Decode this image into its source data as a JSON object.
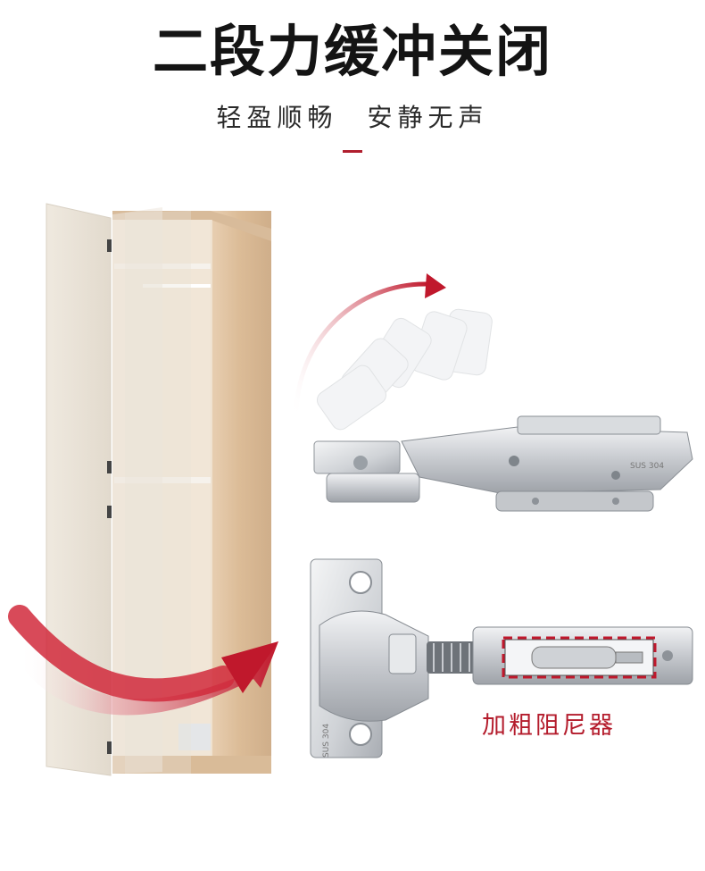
{
  "header": {
    "title": "二段力缓冲关闭",
    "subtitle": "轻盈顺畅 安静无声"
  },
  "hinge_labels": {
    "damper_label": "加粗阻尼器"
  },
  "colors": {
    "accent": "#b01e2e",
    "text_dark": "#141414",
    "wood": "#d9b896",
    "door_panel": "#ece6dc",
    "metal": "#c9cbcf"
  }
}
